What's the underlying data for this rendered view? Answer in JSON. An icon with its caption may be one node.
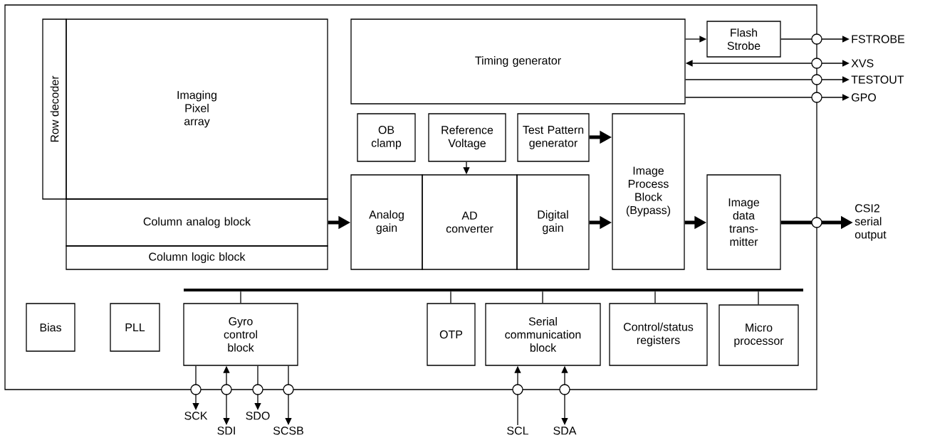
{
  "diagram": {
    "nodes": [
      {
        "text": [],
        "shape": "box"
      },
      {
        "text": [
          "Row decoder"
        ],
        "in": 0
      },
      {
        "text": [
          "Imaging Pixel array"
        ],
        "in": 0
      },
      {
        "text": [
          "Column analog block"
        ],
        "in": 0
      },
      {
        "text": [
          "Column logic block"
        ],
        "in": 0
      },
      {
        "text": [
          "Timing generator"
        ],
        "in": 0
      },
      {
        "text": [
          "Flash Strobe"
        ],
        "in": 0
      },
      {
        "text": [
          "OB clamp"
        ],
        "in": 0
      },
      {
        "text": [
          "Reference Voltage"
        ],
        "in": 0
      },
      {
        "text": [
          "Test Pattern generator"
        ],
        "in": 0
      },
      {
        "text": [
          "Analog gain"
        ],
        "in": 0
      },
      {
        "text": [
          "AD converter"
        ],
        "in": 0
      },
      {
        "text": [
          "Digital gain"
        ],
        "in": 0
      },
      {
        "text": [
          "Image Process Block (Bypass)"
        ],
        "in": 0
      },
      {
        "text": [
          "Image data trans-mitter"
        ],
        "in": 0
      },
      {
        "text": [
          "Bias"
        ],
        "in": 0
      },
      {
        "text": [
          "PLL"
        ],
        "in": 0
      },
      {
        "text": [
          "Gyro control block"
        ],
        "in": 0
      },
      {
        "text": [
          "OTP"
        ],
        "in": 0
      },
      {
        "text": [
          "Serial communication block"
        ],
        "in": 0
      },
      {
        "text": [
          "Control/status registers"
        ],
        "in": 0
      },
      {
        "text": [
          "Micro processor"
        ],
        "in": 0
      },
      {
        "text": [
          "FSTROBE"
        ]
      },
      {
        "text": [
          "XVS"
        ]
      },
      {
        "text": [
          "TESTOUT"
        ]
      },
      {
        "text": [
          "GPO"
        ]
      },
      {
        "text": [
          "CSI2 serial output"
        ]
      },
      {
        "text": [
          "SCK"
        ]
      },
      {
        "text": [
          "SDI"
        ]
      },
      {
        "text": [
          "SDO"
        ]
      },
      {
        "text": [
          "SCSB"
        ]
      },
      {
        "text": [
          "SCL"
        ]
      },
      {
        "text": [
          "SDA"
        ]
      },
      {
        "text": [],
        "shape": "bar",
        "in": 0
      }
    ],
    "edges": [
      {
        "from": 3,
        "to": 10,
        "arrow": "to",
        "style": "thick"
      },
      {
        "from": 12,
        "to": 13,
        "arrow": "to",
        "style": "thick"
      },
      {
        "from": 13,
        "to": 14,
        "arrow": "to",
        "style": "thick"
      },
      {
        "from": 14,
        "to": 26,
        "arrow": "to",
        "style": "thick"
      },
      {
        "from": 9,
        "to": 13,
        "arrow": "to",
        "style": "thick"
      },
      {
        "from": 8,
        "to": 11,
        "arrow": "to"
      },
      {
        "from": 5,
        "to": 6,
        "arrow": "to"
      },
      {
        "from": 6,
        "to": 22,
        "arrow": "to"
      },
      {
        "from": 5,
        "to": 23,
        "arrow": "both"
      },
      {
        "from": 5,
        "to": 24,
        "arrow": "to"
      },
      {
        "from": 5,
        "to": 25,
        "arrow": "to"
      },
      {
        "from": 17,
        "to": 27,
        "arrow": "to"
      },
      {
        "from": 17,
        "to": 28,
        "arrow": "both"
      },
      {
        "from": 17,
        "to": 29,
        "arrow": "to"
      },
      {
        "from": 17,
        "to": 30,
        "arrow": "to"
      },
      {
        "from": 31,
        "to": 19,
        "arrow": "to"
      },
      {
        "from": 19,
        "to": 32,
        "arrow": "both"
      },
      {
        "from": 33,
        "to": 17,
        "arrow": "none"
      },
      {
        "from": 33,
        "to": 18,
        "arrow": "none"
      },
      {
        "from": 33,
        "to": 19,
        "arrow": "none"
      },
      {
        "from": 33,
        "to": 20,
        "arrow": "none"
      },
      {
        "from": 33,
        "to": 21,
        "arrow": "none"
      }
    ]
  }
}
